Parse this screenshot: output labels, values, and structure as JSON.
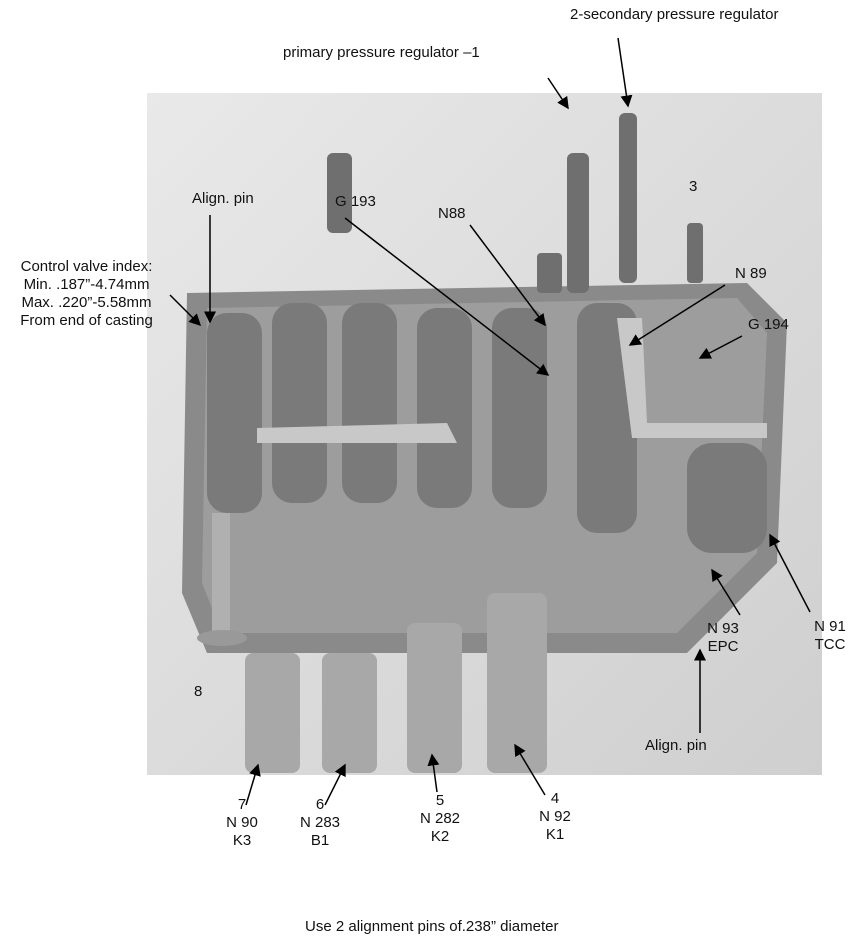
{
  "labels": {
    "primary_regulator": "primary pressure regulator –1",
    "secondary_regulator": "2-secondary pressure regulator",
    "three": "3",
    "align_pin_top": "Align. pin",
    "control_index": [
      "Control valve index:",
      "Min.   .187”-4.74mm",
      "Max.  .220”-5.58mm",
      "From end of casting"
    ],
    "g193": "G 193",
    "n88": "N88",
    "n89": "N 89",
    "g194": "G 194",
    "n91": [
      "N 91",
      "TCC"
    ],
    "n93": [
      "N 93",
      "EPC"
    ],
    "align_pin_bottom": "Align. pin",
    "eight": "8",
    "solenoids": [
      {
        "num": "7",
        "code": "N 90",
        "name": "K3"
      },
      {
        "num": "6",
        "code": "N 283",
        "name": "B1"
      },
      {
        "num": "5",
        "code": "N 282",
        "name": "K2"
      },
      {
        "num": "4",
        "code": "N 92",
        "name": "K1"
      }
    ]
  },
  "footer": "Use 2 alignment pins of.238” diameter"
}
